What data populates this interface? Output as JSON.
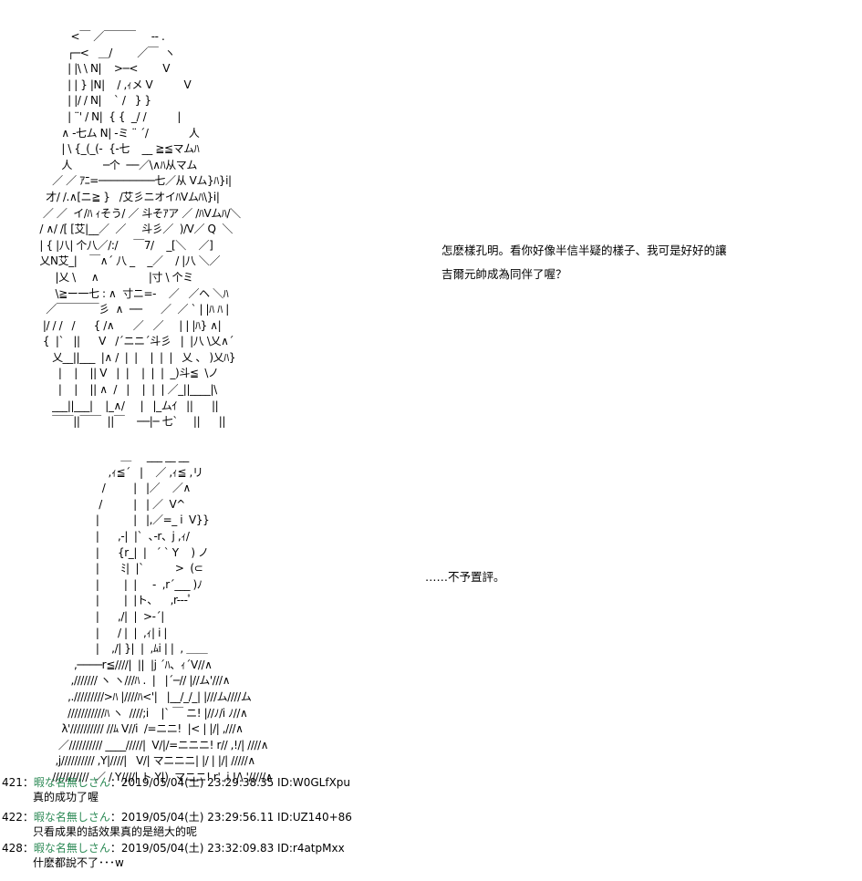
{
  "art": {
    "block1": "           <￣ ／￣￣￣     -- .\n          ┌─<   ＿/        ／￣  ヽ\n          | |\\ \\ N|    >─<        V\n          | | } |N|    / ,ｨメ V          V\n          | |/ / N|    ` /   } }\n          | ¨' / N|  { {  _/ /          |\n        ∧ -七ム N| -ミ ¨ ´/             人\n        | \\ {_(_(-  {-七    __ ≧≦マムﾊ\n        人          ─个  ──／\\∧ﾊ从マム\n     ／ ／ ｱﾆ=─────────七／从 Vム}ﾊ}i|\n   才/ /.∧[ニ≧ }   /艾彡ニオイﾊVムﾊ\\}i|\n  ／ ／  イ/ﾊ ｨそう/ ／ 斗そｱア ／ /ﾊVムﾊ/＼\n / ∧/ /[ [艾|__／  ／     斗彡／  )/V／ Q  ＼\n | { |八| 个八／/:/     ￣7/    _[＼    ／]\n 乂N艾_|    ￣∧´ 八 _    _／    / |八 ＼／\n      |乂 \\     ∧                |寸 \\ 个ミ\n      \\≧ー一七 : ∧  寸ニ=-    ／   ／ヘ ＼ﾊ\n   ／￣￣￣￣彡  ∧  ──      ／  ／ ` | |ﾊ ﾊ |\n  |/ / /   /      { /∧      ／   ／     | | |ﾊ} ∧|\n  {  |`   ||      V   /´ニニ´斗彡   |  |八 \\乂∧´\n     乂__||___  |∧ /  |  |    |  |  |   乂 、 )乂ﾊ}\n       |    |    || V   |  |    |  |  |  _)斗≦  \\ノ\n       |    |    || ∧  /   |    |  |  | ／_||____|\\\n     ___||___|    |_∧/     |   |_ムｲ   ||      ||\n     ￣￣||￣￣  ||￣    ──|─ 七`     ||      ||",
    "block2": "                           ＿     ___ __ __\n                       ,ｨ≦´   |    ／ ,ｨ≦ ,リ\n                     /         |   |／    ／∧\n                    /          |   | ／  V^\n                   |           |   |,／=_ i  V}}\n                   |      ,-|  |`  ､-r、j ,ｨ/\n                   |      {r_|  |   ´ ` Y    ) ノ\n                   |       ﾐ|  |`          >  (⊂\n                   |        |  |     -  ,r´___ )ﾉ\n                   |        |  |ト、    ,r---ﾟ\n                   |      ,/|  |  >-´|\n                   |      / |  |  ,ｨ| i |\n                   |    ,/| }|  |  ,ﾑi | |  , ＿＿\n            ,────r≦////|  ||  |j ´ﾊ、ｨ´V//∧\n           ,/////// ヽ ヽ///ﾊ .  |   |´─// |//ム'///∧\n          ,./////////>ﾊ |////ﾊ<'|   |__/_/_| |///ム////ム\n          ///////////ﾊ ヽ  ////;i    |` ￣ ニ! |//ﾉ/i ﾉ//∧\n        λ'////////// //ﾑ V//i  /=ニニ!  |< | |/| ,///∧\n       ／////////// ____/////|  V/|/=ニニニ! r// ,!/| ////∧\n      ,j////////// ,Y|////|   V/| マニニニ| |/ | |/| /////∧\n     ///////////  ／ / Y////| ト Y|)  マニニ! r' ,i !/\\ '/////∧"
  },
  "speech": {
    "line1": "怎麽樣孔明。看你好像半信半疑的樣子、我可是好好的讓",
    "line2": "吉爾元帥成為同伴了喔？",
    "line3": "……不予置評。"
  },
  "comments": [
    {
      "num": "421：",
      "name": "暇な名無しさん",
      "meta": "：2019/05/04(土) 23:29:38.35 ID:W0GLfXpu",
      "body": "真的成功了喔"
    },
    {
      "num": "422：",
      "name": "暇な名無しさん",
      "meta": "：2019/05/04(土) 23:29:56.11 ID:UZ140+86",
      "body": "只看成果的話效果真的是絕大的呢"
    },
    {
      "num": "428：",
      "name": "暇な名無しさん",
      "meta": "：2019/05/04(土) 23:32:09.83 ID:r4atpMxx",
      "body": "什麽都說不了･･･w"
    }
  ]
}
